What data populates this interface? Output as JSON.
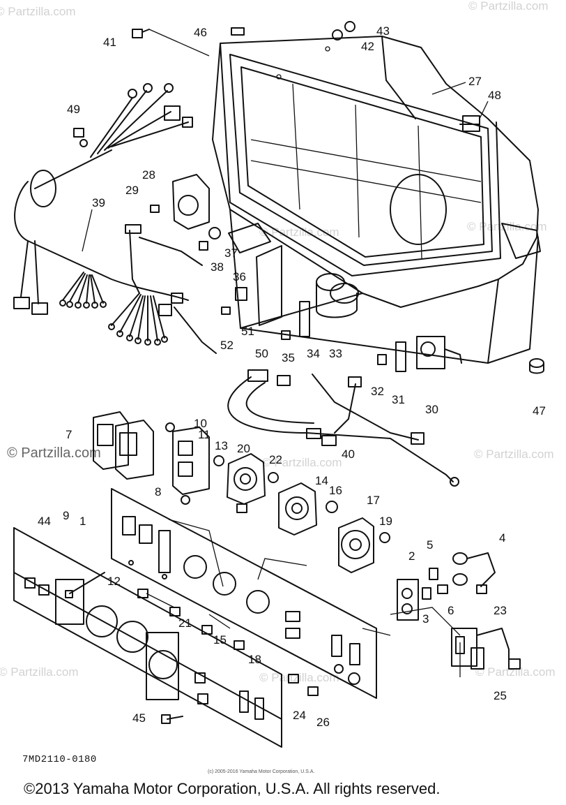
{
  "watermarks": {
    "top_left": "© Partzilla.com",
    "top_right": "© Partzilla.com",
    "mid_left": "© Partzilla.com",
    "mid_center": "© Partzilla.com",
    "mid_right": "© Partzilla.com",
    "low_left": "© Partzilla.com",
    "low_center": "© Partzilla.com",
    "low_right": "© Partzilla.com",
    "upper_center": "© Partzilla.com",
    "upper_right": "© Partzilla.com"
  },
  "part_labels": [
    {
      "id": "41",
      "text": "41"
    },
    {
      "id": "46",
      "text": "46"
    },
    {
      "id": "43",
      "text": "43"
    },
    {
      "id": "42",
      "text": "42"
    },
    {
      "id": "27",
      "text": "27"
    },
    {
      "id": "48",
      "text": "48"
    },
    {
      "id": "49",
      "text": "49"
    },
    {
      "id": "28",
      "text": "28"
    },
    {
      "id": "29",
      "text": "29"
    },
    {
      "id": "39",
      "text": "39"
    },
    {
      "id": "37",
      "text": "37"
    },
    {
      "id": "38",
      "text": "38"
    },
    {
      "id": "36",
      "text": "36"
    },
    {
      "id": "51",
      "text": "51"
    },
    {
      "id": "52",
      "text": "52"
    },
    {
      "id": "50",
      "text": "50"
    },
    {
      "id": "35",
      "text": "35"
    },
    {
      "id": "34",
      "text": "34"
    },
    {
      "id": "33",
      "text": "33"
    },
    {
      "id": "32",
      "text": "32"
    },
    {
      "id": "31",
      "text": "31"
    },
    {
      "id": "30",
      "text": "30"
    },
    {
      "id": "47",
      "text": "47"
    },
    {
      "id": "10",
      "text": "10"
    },
    {
      "id": "11",
      "text": "11"
    },
    {
      "id": "7",
      "text": "7"
    },
    {
      "id": "13",
      "text": "13"
    },
    {
      "id": "20",
      "text": "20"
    },
    {
      "id": "22",
      "text": "22"
    },
    {
      "id": "40",
      "text": "40"
    },
    {
      "id": "8",
      "text": "8"
    },
    {
      "id": "14",
      "text": "14"
    },
    {
      "id": "16",
      "text": "16"
    },
    {
      "id": "17",
      "text": "17"
    },
    {
      "id": "1",
      "text": "1"
    },
    {
      "id": "44",
      "text": "44"
    },
    {
      "id": "9",
      "text": "9"
    },
    {
      "id": "19",
      "text": "19"
    },
    {
      "id": "2",
      "text": "2"
    },
    {
      "id": "5",
      "text": "5"
    },
    {
      "id": "4",
      "text": "4"
    },
    {
      "id": "12",
      "text": "12"
    },
    {
      "id": "3",
      "text": "3"
    },
    {
      "id": "6",
      "text": "6"
    },
    {
      "id": "21",
      "text": "21"
    },
    {
      "id": "23",
      "text": "23"
    },
    {
      "id": "15",
      "text": "15"
    },
    {
      "id": "18",
      "text": "18"
    },
    {
      "id": "24",
      "text": "24"
    },
    {
      "id": "26",
      "text": "26"
    },
    {
      "id": "25",
      "text": "25"
    },
    {
      "id": "45",
      "text": "45"
    }
  ],
  "diagram_code": "7MD2110-0180",
  "small_copyright": "(c) 2005-2016 Yamaha Motor Corporation, U.S.A.",
  "copyright": "©2013 Yamaha Motor Corporation, U.S.A. All rights reserved."
}
